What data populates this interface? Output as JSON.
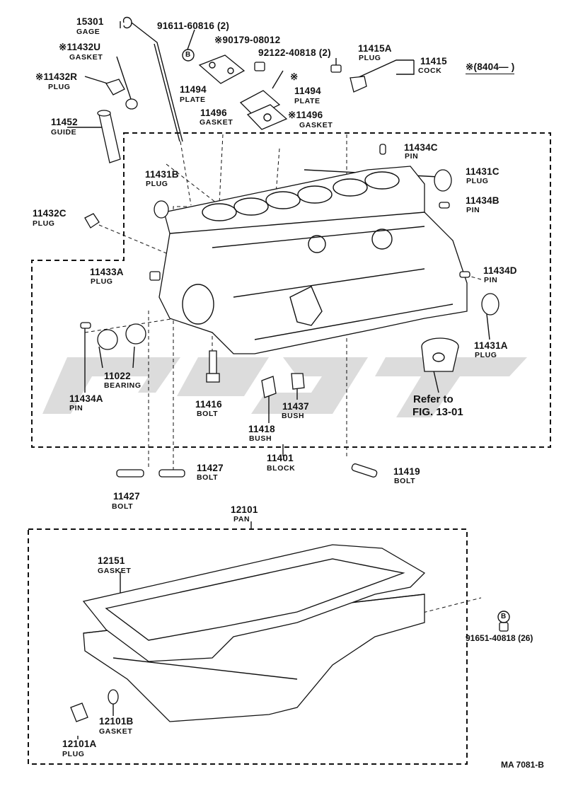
{
  "labels": {
    "gage_num": "15301",
    "gage_name": "GAGE",
    "bolt_b_num": "91611-60816 (2)",
    "stud_num": "※90179-08012",
    "bolt2_num": "92122-40818 (2)",
    "plug_u_num": "※11432U",
    "plug_u_name": "GASKET",
    "plug_r_num": "※11432R",
    "plug_r_name": "PLUG",
    "guide_num": "11452",
    "guide_name": "GUIDE",
    "plate1_num": "11494",
    "plate1_name": "PLATE",
    "gasket1_num": "11496",
    "gasket1_name": "GASKET",
    "star_mark": "※",
    "plate2_num": "11494",
    "plate2_name": "PLATE",
    "gasket2_num": "※11496",
    "gasket2_name": "GASKET",
    "plug15a_num": "11415A",
    "plug15a_name": "PLUG",
    "cock_num": "11415",
    "cock_name": "COCK",
    "date_code": "※(8404—        )",
    "pin34c_num": "11434C",
    "pin34c_name": "PIN",
    "plug31b_num": "11431B",
    "plug31b_name": "PLUG",
    "plug31c_num": "11431C",
    "plug31c_name": "PLUG",
    "pin34b_num": "11434B",
    "pin34b_name": "PIN",
    "plug32c_num": "11432C",
    "plug32c_name": "PLUG",
    "plug33a_num": "11433A",
    "plug33a_name": "PLUG",
    "pin34d_num": "11434D",
    "pin34d_name": "PIN",
    "plug31a_num": "11431A",
    "plug31a_name": "PLUG",
    "bearing_num": "11022",
    "bearing_name": "BEARING",
    "pin34a_num": "11434A",
    "pin34a_name": "PIN",
    "bolt16_num": "11416",
    "bolt16_name": "BOLT",
    "bush37_num": "11437",
    "bush37_name": "BUSH",
    "bush18_num": "11418",
    "bush18_name": "BUSH",
    "refer_line1": "Refer to",
    "refer_line2": "FIG. 13-01",
    "block_num": "11401",
    "block_name": "BLOCK",
    "bolt27a_num": "11427",
    "bolt27a_name": "BOLT",
    "bolt27b_num": "11427",
    "bolt27b_name": "BOLT",
    "bolt19_num": "11419",
    "bolt19_name": "BOLT",
    "pan_num": "12101",
    "pan_name": "PAN",
    "gasket51_num": "12151",
    "gasket51_name": "GASKET",
    "bolt_pan_num": "91651-40818 (26)",
    "gasket01b_num": "12101B",
    "gasket01b_name": "GASKET",
    "plug01a_num": "12101A",
    "plug01a_name": "PLUG",
    "fig_code": "MA  7081-B",
    "circle_b1": "B",
    "circle_b2": "B"
  }
}
